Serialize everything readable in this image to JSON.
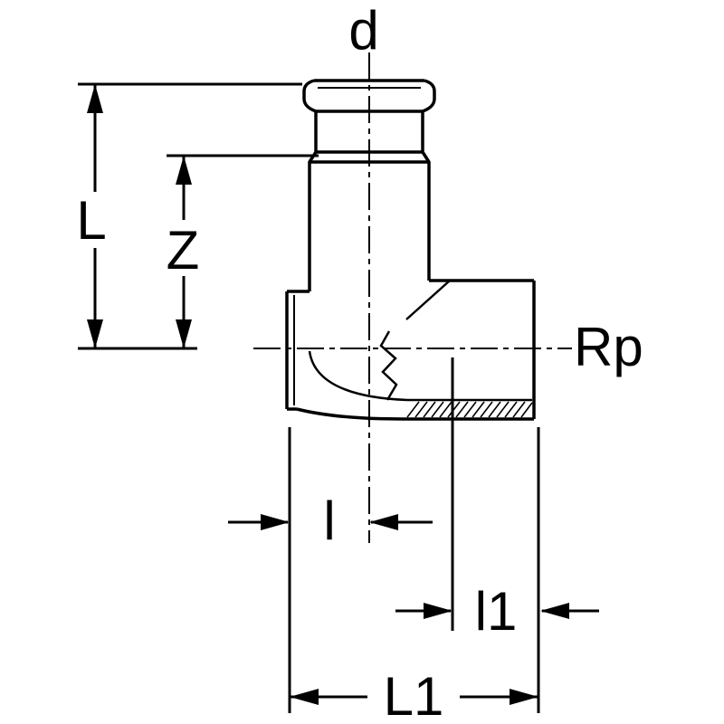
{
  "page": {
    "background": "#ffffff",
    "line_color": "#000000"
  },
  "labels": {
    "d": "d",
    "L": "L",
    "Z": "Z",
    "Rp": "Rp",
    "l": "l",
    "l1": "l1",
    "L1": "L1"
  }
}
